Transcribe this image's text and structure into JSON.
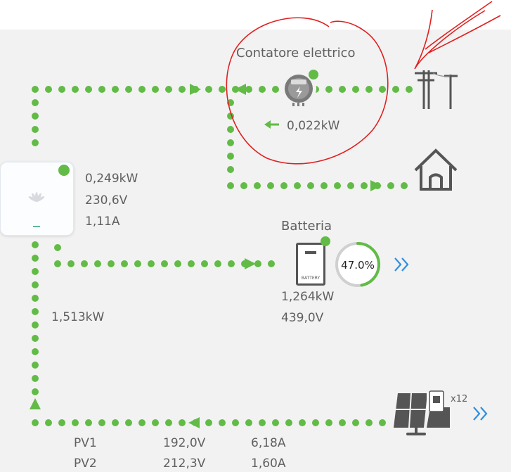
{
  "colors": {
    "flow_green": "#62bb46",
    "text_gray": "#5f5f5f",
    "icon_gray": "#555555",
    "arrow_blue": "#2f8fe0",
    "annotation_red": "#e02020",
    "panel_bg": "#f2f2f2"
  },
  "meter": {
    "title": "Contatore elettrico",
    "power": "0,022kW",
    "direction_icon": "arrow-left-icon"
  },
  "inverter": {
    "power": "0,249kW",
    "voltage": "230,6V",
    "current": "1,11A",
    "logo_icon": "huawei-logo-icon"
  },
  "battery": {
    "title": "Batteria",
    "device_label": "BATTERY",
    "soc_text": "47.0%",
    "soc_fraction": 0.47,
    "power": "1,264kW",
    "voltage": "439,0V"
  },
  "pv": {
    "total_power": "1,513kW",
    "panel_count": "x12",
    "strings": [
      {
        "name": "PV1",
        "voltage": "192,0V",
        "current": "6,18A"
      },
      {
        "name": "PV2",
        "voltage": "212,3V",
        "current": "1,60A"
      }
    ]
  }
}
